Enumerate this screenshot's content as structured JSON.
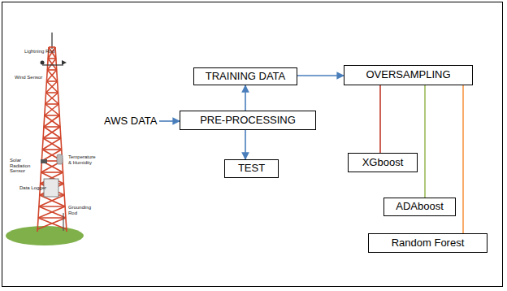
{
  "diagram": {
    "nodes": [
      {
        "text": [
          "AWS DATA"
        ]
      },
      {
        "text": [
          "TRAINING DATA"
        ]
      },
      {
        "text": [
          "PRE-PROCESSING"
        ]
      },
      {
        "text": [
          "TEST"
        ]
      },
      {
        "text": [
          "OVERSAMPLING"
        ]
      },
      {
        "text": [
          "XGboost"
        ]
      },
      {
        "text": [
          "ADAboost"
        ]
      },
      {
        "text": [
          "Random Forest"
        ]
      }
    ],
    "edges": [
      {
        "from": 0,
        "to": 2,
        "arrow": "to"
      },
      {
        "from": 2,
        "to": 1,
        "arrow": "to"
      },
      {
        "from": 2,
        "to": 3,
        "arrow": "to"
      },
      {
        "from": 1,
        "to": 4,
        "arrow": "to"
      },
      {
        "from": 4,
        "to": 5,
        "arrow": "none"
      },
      {
        "from": 4,
        "to": 6,
        "arrow": "none"
      },
      {
        "from": 4,
        "to": 7,
        "arrow": "none"
      }
    ],
    "labels": [
      "Lightning Rod",
      "Wind Sensor",
      "Solar Radiation Sensor",
      "Temperature & Humidity",
      "Data Logger",
      "Grounding Rod"
    ]
  }
}
